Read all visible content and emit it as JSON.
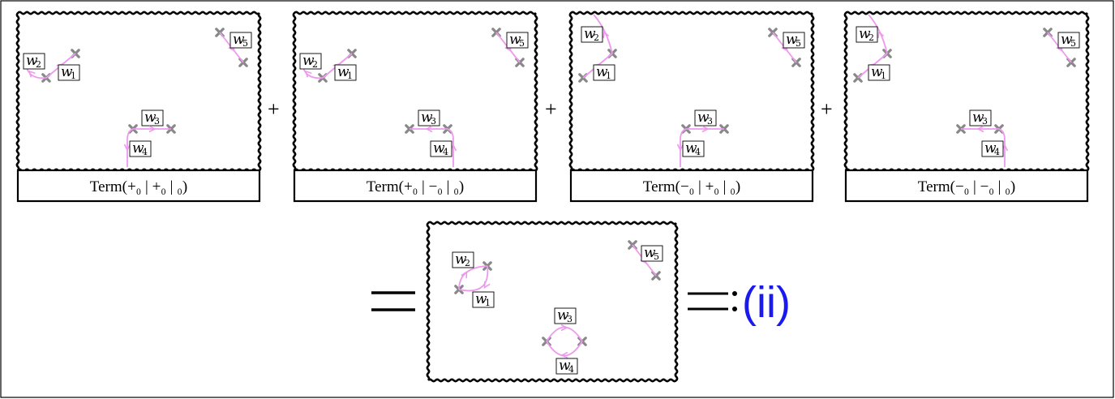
{
  "colors": {
    "loop": "#ee99ee",
    "marker": "#888888",
    "border": "#000000",
    "label": "#1a1aee"
  },
  "operators": {
    "plus": "+",
    "equals": "=",
    "defined_equals": "=:"
  },
  "weights": {
    "w1": {
      "letter": "w",
      "sub": "1"
    },
    "w2": {
      "letter": "w",
      "sub": "2"
    },
    "w3": {
      "letter": "w",
      "sub": "3"
    },
    "w4": {
      "letter": "w",
      "sub": "4"
    },
    "w5": {
      "letter": "w",
      "sub": "5"
    }
  },
  "terms": [
    {
      "caption": "Term(+₀ | +₀ | ₀)"
    },
    {
      "caption": "Term(+₀ | −₀ | ₀)"
    },
    {
      "caption": "Term(−₀ | +₀ | ₀)"
    },
    {
      "caption": "Term(−₀ | −₀ | ₀)"
    }
  ],
  "result": {
    "label": "(ii)"
  }
}
